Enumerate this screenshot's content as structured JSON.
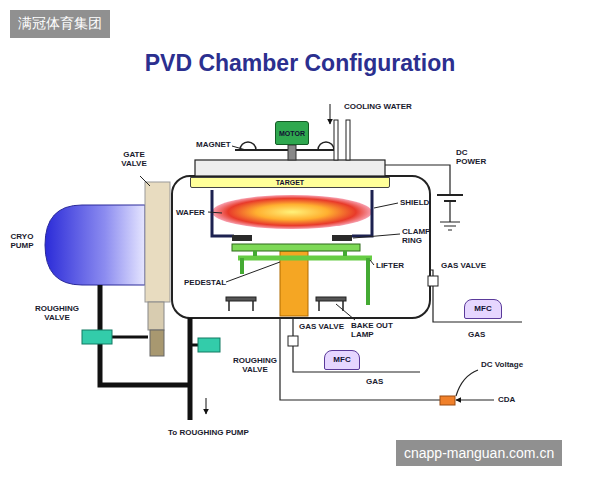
{
  "diagram": {
    "title": "PVD Chamber Configuration",
    "nodes": [
      {
        "text": [
          "MOTOR"
        ]
      },
      {
        "text": [
          "TARGET"
        ]
      },
      {
        "text": [
          "MFC"
        ]
      },
      {
        "text": [
          "MFC"
        ]
      }
    ],
    "labels": [
      "满冠体育集团",
      "COOLING WATER",
      "MAGNET",
      "DC POWER",
      "GATE VALVE",
      "WAFER",
      "SHIELD",
      "CRYO PUMP",
      "CLAMP RING",
      "LIFTER",
      "GAS VALVE",
      "PEDESTAL",
      "ROUGHING VALVE",
      "GAS VALVE",
      "GAS",
      "BAKE OUT LAMP",
      "ROUGHING VALVE",
      "GAS",
      "DC Voltage",
      "CDA",
      "To ROUGHING PUMP",
      "cnapp-manguan.com.cn"
    ]
  }
}
